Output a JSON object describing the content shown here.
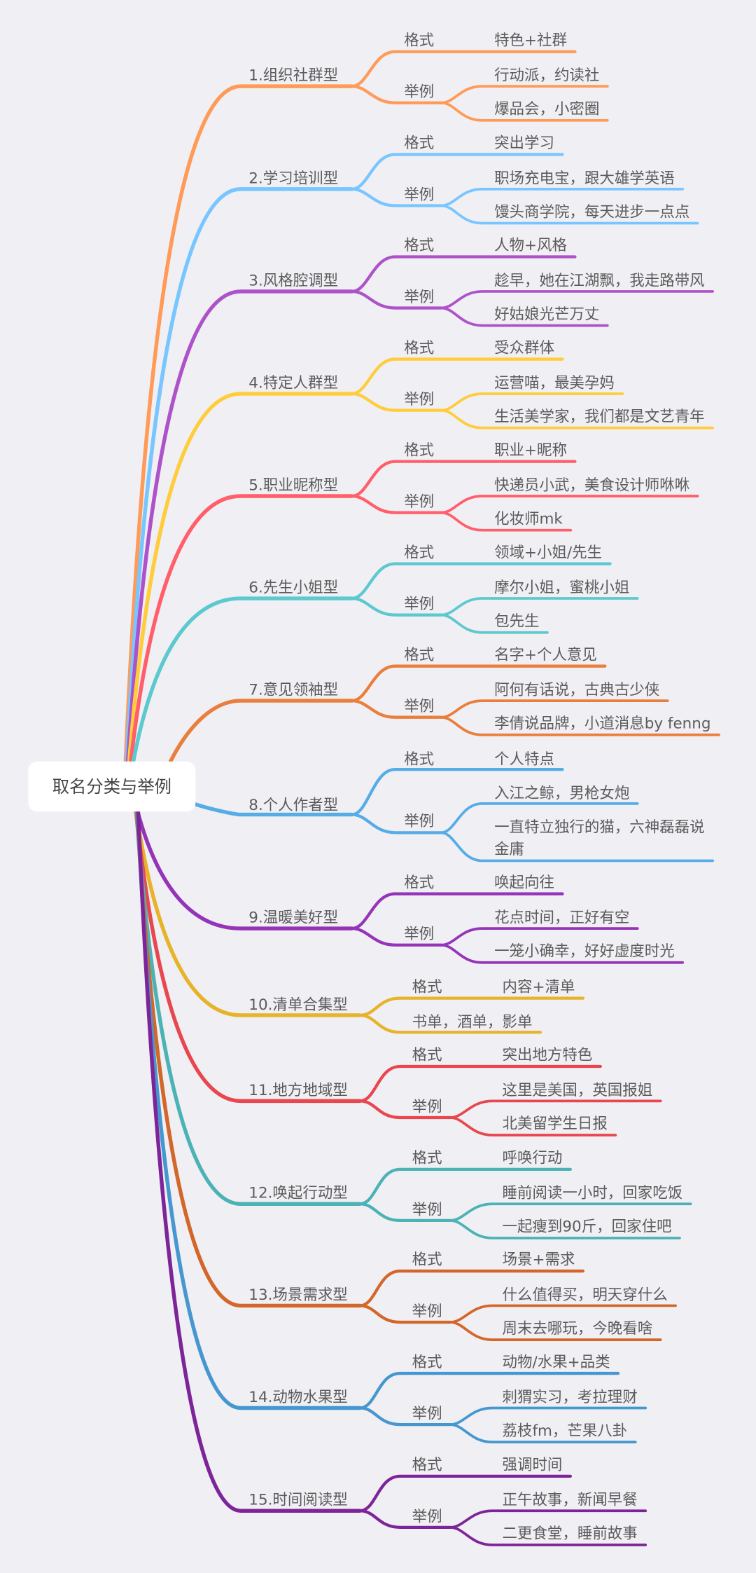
{
  "root": {
    "title": "取名分类与举例"
  },
  "categories": [
    {
      "label": "1.组织社群型",
      "color": "#FF9A57",
      "format": {
        "label": "格式",
        "value": "特色+社群"
      },
      "examples": {
        "label": "举例",
        "items": [
          "行动派，约读社",
          "爆品会，小密圈"
        ]
      }
    },
    {
      "label": "2.学习培训型",
      "color": "#78C6FF",
      "format": {
        "label": "格式",
        "value": "突出学习"
      },
      "examples": {
        "label": "举例",
        "items": [
          "职场充电宝，跟大雄学英语",
          "馒头商学院，每天进步一点点"
        ]
      }
    },
    {
      "label": "3.风格腔调型",
      "color": "#AD52C9",
      "format": {
        "label": "格式",
        "value": "人物+风格"
      },
      "examples": {
        "label": "举例",
        "items": [
          "趁早，她在江湖飘，我走路带风",
          "好姑娘光芒万丈"
        ]
      }
    },
    {
      "label": "4.特定人群型",
      "color": "#FFCC3A",
      "format": {
        "label": "格式",
        "value": "受众群体"
      },
      "examples": {
        "label": "举例",
        "items": [
          "运营喵，最美孕妈",
          "生活美学家，我们都是文艺青年"
        ]
      }
    },
    {
      "label": "5.职业昵称型",
      "color": "#FF5E6A",
      "format": {
        "label": "格式",
        "value": "职业+昵称"
      },
      "examples": {
        "label": "举例",
        "items": [
          "快递员小武，美食设计师咻咻",
          "化妆师mk"
        ]
      }
    },
    {
      "label": "6.先生小姐型",
      "color": "#5CC9CF",
      "format": {
        "label": "格式",
        "value": "领域+小姐/先生"
      },
      "examples": {
        "label": "举例",
        "items": [
          "摩尔小姐，蜜桃小姐",
          "包先生"
        ]
      }
    },
    {
      "label": "7.意见领袖型",
      "color": "#E97E3D",
      "format": {
        "label": "格式",
        "value": "名字+个人意见"
      },
      "examples": {
        "label": "举例",
        "items": [
          "阿何有话说，古典古少侠",
          "李倩说品牌，小道消息by fenng"
        ]
      }
    },
    {
      "label": "8.个人作者型",
      "color": "#55ACE6",
      "format": {
        "label": "格式",
        "value": "个人特点"
      },
      "examples": {
        "label": "举例",
        "items": [
          "入江之鲸，男枪女炮",
          "一直特立独行的猫，六神磊磊说金庸"
        ]
      }
    },
    {
      "label": "9.温暖美好型",
      "color": "#9434B8",
      "format": {
        "label": "格式",
        "value": "唤起向往"
      },
      "examples": {
        "label": "举例",
        "items": [
          "花点时间，正好有空",
          "一笼小确幸，好好虚度时光"
        ]
      }
    },
    {
      "label": "10.清单合集型",
      "color": "#E6B32A",
      "format": {
        "label": "格式",
        "value": "内容+清单"
      },
      "items": [
        "书单，酒单，影单"
      ]
    },
    {
      "label": "11.地方地域型",
      "color": "#E8474F",
      "format": {
        "label": "格式",
        "value": "突出地方特色"
      },
      "examples": {
        "label": "举例",
        "items": [
          "这里是美国，英国报姐",
          "北美留学生日报"
        ]
      }
    },
    {
      "label": "12.唤起行动型",
      "color": "#4BB3B5",
      "format": {
        "label": "格式",
        "value": "呼唤行动"
      },
      "examples": {
        "label": "举例",
        "items": [
          "睡前阅读一小时，回家吃饭",
          "一起瘦到90斤，回家住吧"
        ]
      }
    },
    {
      "label": "13.场景需求型",
      "color": "#D3672A",
      "format": {
        "label": "格式",
        "value": "场景+需求"
      },
      "examples": {
        "label": "举例",
        "items": [
          "什么值得买，明天穿什么",
          "周末去哪玩，今晚看啥"
        ]
      }
    },
    {
      "label": "14.动物水果型",
      "color": "#4697CF",
      "format": {
        "label": "格式",
        "value": "动物/水果+品类"
      },
      "examples": {
        "label": "举例",
        "items": [
          "刺猬实习，考拉理财",
          "荔枝fm，芒果八卦"
        ]
      }
    },
    {
      "label": "15.时间阅读型",
      "color": "#7D2598",
      "format": {
        "label": "格式",
        "value": "强调时间"
      },
      "examples": {
        "label": "举例",
        "items": [
          "正午故事，新闻早餐",
          "二更食堂，睡前故事"
        ]
      }
    }
  ]
}
